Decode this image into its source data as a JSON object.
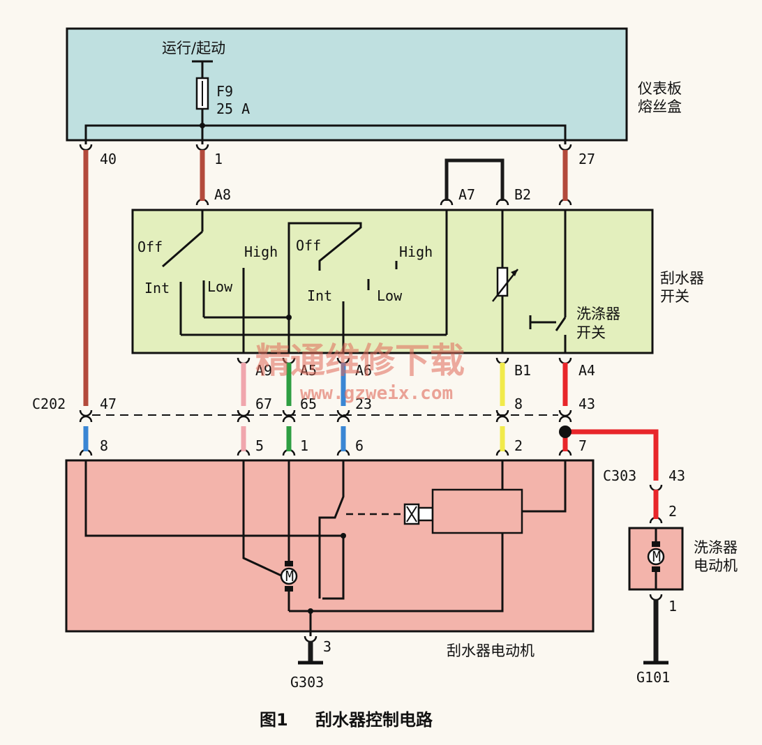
{
  "boxes": {
    "fuse_box": {
      "label_line1": "仪表板",
      "label_line2": "熔丝盒",
      "power_label": "运行/起动",
      "fuse_name": "F9",
      "fuse_rating": "25 A"
    },
    "wiper_switch": {
      "label_line1": "刮水器",
      "label_line2": "开关",
      "washer_label_line1": "洗涤器",
      "washer_label_line2": "开关"
    },
    "wiper_motor": {
      "label": "刮水器电动机",
      "motor_symbol": "M"
    },
    "washer_motor": {
      "label_line1": "洗涤器",
      "label_line2": "电动机",
      "motor_symbol": "M"
    }
  },
  "switch_positions": {
    "off_1": "Off",
    "high_1": "High",
    "int_1": "Int",
    "low_1": "Low",
    "off_2": "Off",
    "high_2": "High",
    "int_2": "Int",
    "low_2": "Low"
  },
  "pins": {
    "fuse_40": "40",
    "fuse_1": "1",
    "fuse_27": "27",
    "sw_a8": "A8",
    "sw_a7": "A7",
    "sw_b2": "B2",
    "sw_a9": "A9",
    "sw_a5": "A5",
    "sw_a6": "A6",
    "sw_b1": "B1",
    "sw_a4": "A4",
    "c202_47": "47",
    "c202_67": "67",
    "c202_65": "65",
    "c202_23": "23",
    "c202_8": "8",
    "c202_43": "43",
    "m_8": "8",
    "m_5": "5",
    "m_1": "1",
    "m_6": "6",
    "m_2": "2",
    "m_7": "7",
    "m_3": "3",
    "c303_43": "43",
    "wm_2": "2",
    "wm_1": "1"
  },
  "connectors": {
    "c202": "C202",
    "c303": "C303"
  },
  "grounds": {
    "g303": "G303",
    "g101": "G101"
  },
  "watermark": {
    "line1": "精通维修下载",
    "line2": "www.gzweix.com"
  },
  "caption": {
    "number": "图1",
    "title": "刮水器控制电路"
  },
  "colors": {
    "fuse_box_fill": "#bfe0e0",
    "switch_fill": "#e3efbd",
    "motor_fill": "#f3b4ab",
    "wire_red_dark": "#b34a3c",
    "wire_pink": "#f0a6ad",
    "wire_green": "#2e9e42",
    "wire_blue": "#3a86d4",
    "wire_yellow": "#f1ea4a",
    "wire_red": "#e8262a",
    "wire_black": "#1a1a1a"
  }
}
